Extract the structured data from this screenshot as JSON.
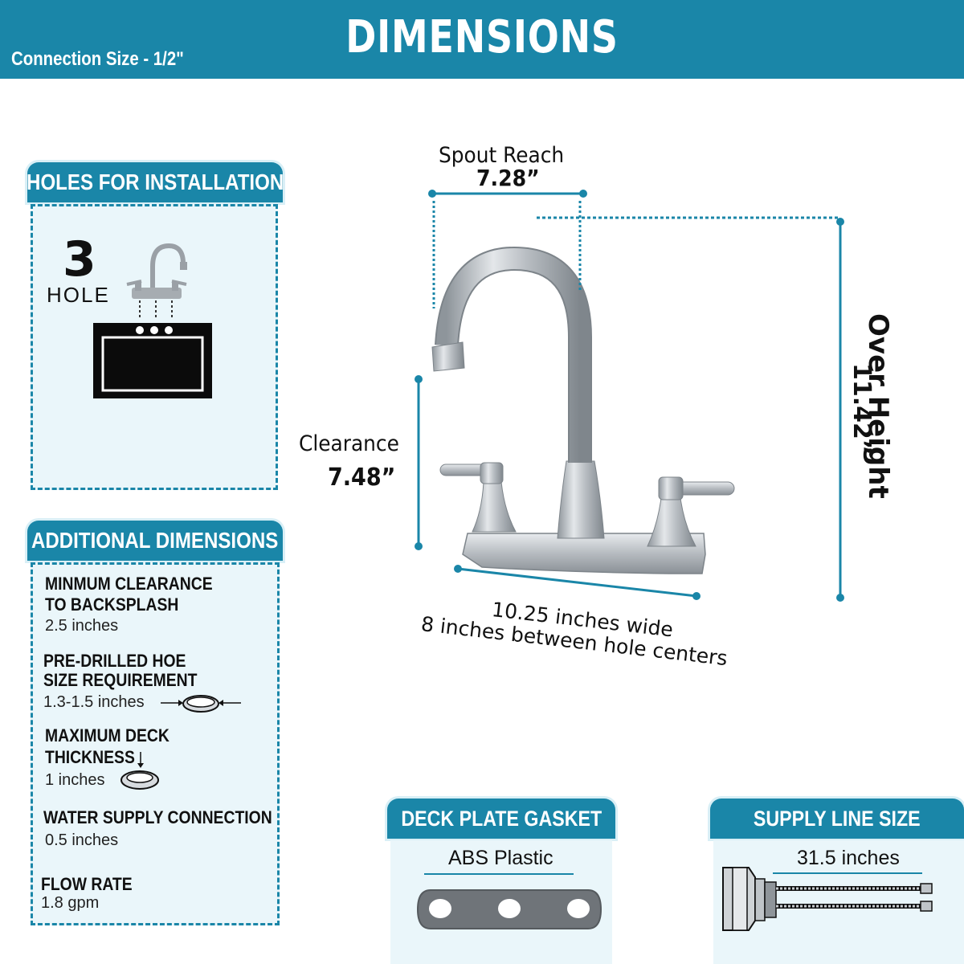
{
  "header": {
    "title": "DIMENSIONS",
    "connection_size": "Connection Size - 1/2\""
  },
  "holes_panel": {
    "title": "HOLES FOR INSTALLATION",
    "hole_count": "3",
    "hole_label": "HOLE"
  },
  "additional_panel": {
    "title": "ADDITIONAL DIMENSIONS",
    "items": [
      {
        "label_line1": "MINMUM CLEARANCE",
        "label_line2": "TO BACKSPLASH",
        "value": "2.5 inches"
      },
      {
        "label_line1": "PRE-DRILLED HOE",
        "label_line2": "SIZE REQUIREMENT",
        "value": "1.3-1.5 inches"
      },
      {
        "label_line1": "MAXIMUM DECK",
        "label_line2": "THICKNESS",
        "value": "1 inches"
      },
      {
        "label_line1": "WATER SUPPLY CONNECTION",
        "label_line2": "",
        "value": "0.5 inches"
      },
      {
        "label_line1": "FLOW RATE",
        "label_line2": "",
        "value": "1.8 gpm"
      }
    ]
  },
  "faucet_dims": {
    "spout_reach_label": "Spout Reach",
    "spout_reach_value": "7.28”",
    "clearance_label": "Clearance",
    "clearance_value": "7.48”",
    "over_height_label": "Over Height",
    "over_height_value": "11.42”",
    "width_line1": "10.25 inches wide",
    "width_line2": "8 inches between hole centers"
  },
  "gasket_panel": {
    "title": "DECK PLATE GASKET",
    "material": "ABS Plastic"
  },
  "supply_panel": {
    "title": "SUPPLY LINE SIZE",
    "length": "31.5 inches"
  },
  "colors": {
    "accent": "#1a86a8",
    "panel_bg": "#eaf6fa",
    "metal": "#b9bec3"
  }
}
